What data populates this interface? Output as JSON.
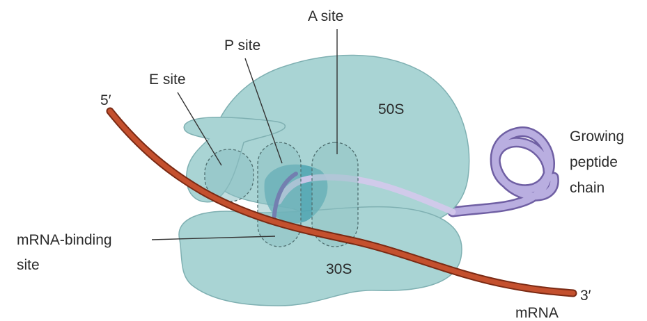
{
  "labels": {
    "a_site": "A site",
    "p_site": "P site",
    "e_site": "E site",
    "five_prime": "5′",
    "three_prime": "3′",
    "large_subunit": "50S",
    "small_subunit": "30S",
    "peptide_line1": "Growing",
    "peptide_line2": "peptide",
    "peptide_line3": "chain",
    "mrna_binding_line1": "mRNA-binding",
    "mrna_binding_line2": "site",
    "mrna": "mRNA"
  },
  "colors": {
    "ribosome_fill": "#a9d4d4",
    "ribosome_stroke": "#7fb0b2",
    "site_fill": "#8cc0c2",
    "tunnel_fill": "#4ea3b0",
    "mrna": "#c4502e",
    "peptide": "#a99bd0",
    "peptide_stroke": "#6f5fa3"
  }
}
